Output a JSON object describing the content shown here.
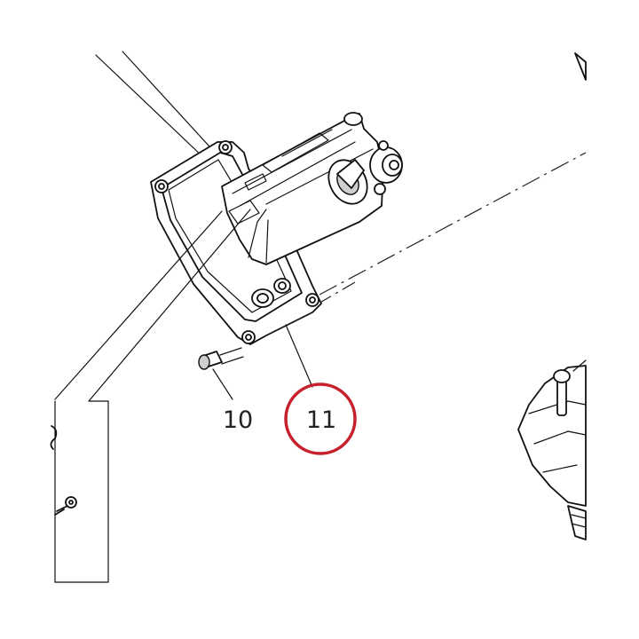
{
  "callouts": [
    {
      "id": "10",
      "label": "10",
      "highlighted": false
    },
    {
      "id": "11",
      "label": "11",
      "highlighted": true
    }
  ],
  "colors": {
    "highlight_circle": "#c8202c",
    "line": "#111111",
    "label_text": "#222222",
    "background": "#ffffff"
  }
}
